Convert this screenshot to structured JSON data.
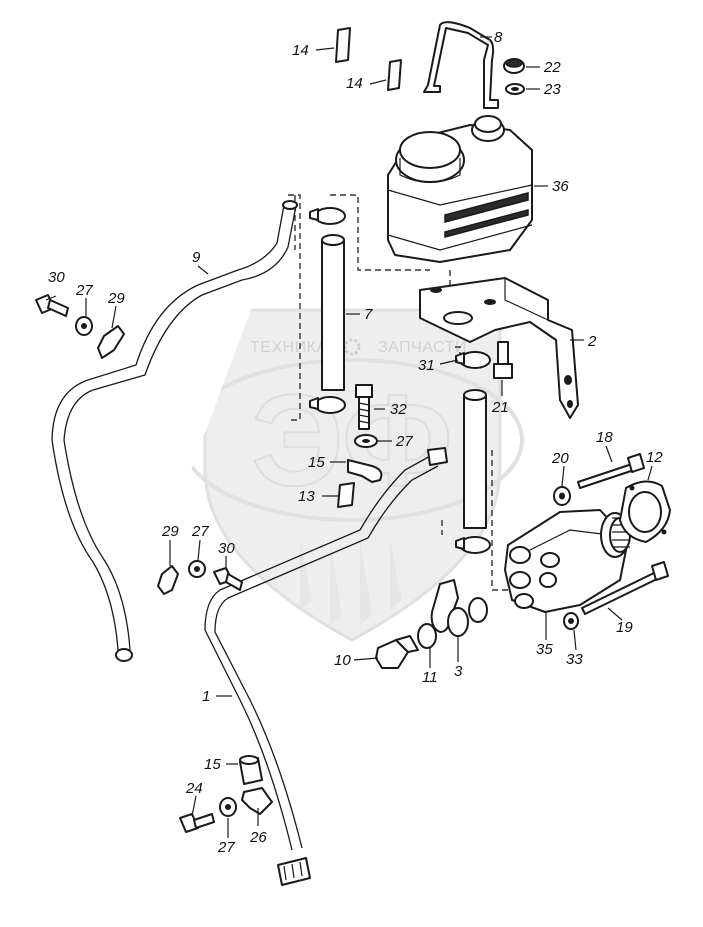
{
  "watermark": {
    "left_text": "ТЕХНИКА",
    "right_text": "ЗАПЧАСТИ",
    "logo_letters": "ЭФ"
  },
  "callouts": {
    "c1": "1",
    "c2": "2",
    "c3": "3",
    "c7": "7",
    "c8": "8",
    "c9": "9",
    "c10": "10",
    "c11": "11",
    "c12": "12",
    "c13": "13",
    "c14a": "14",
    "c14b": "14",
    "c15a": "15",
    "c15b": "15",
    "c18": "18",
    "c19": "19",
    "c20": "20",
    "c21": "21",
    "c22": "22",
    "c23": "23",
    "c24": "24",
    "c26": "26",
    "c27a": "27",
    "c27b": "27",
    "c27c": "27",
    "c27d": "27",
    "c29a": "29",
    "c29b": "29",
    "c30a": "30",
    "c30b": "30",
    "c31": "31",
    "c32": "32",
    "c33": "33",
    "c35": "35",
    "c36": "36"
  }
}
